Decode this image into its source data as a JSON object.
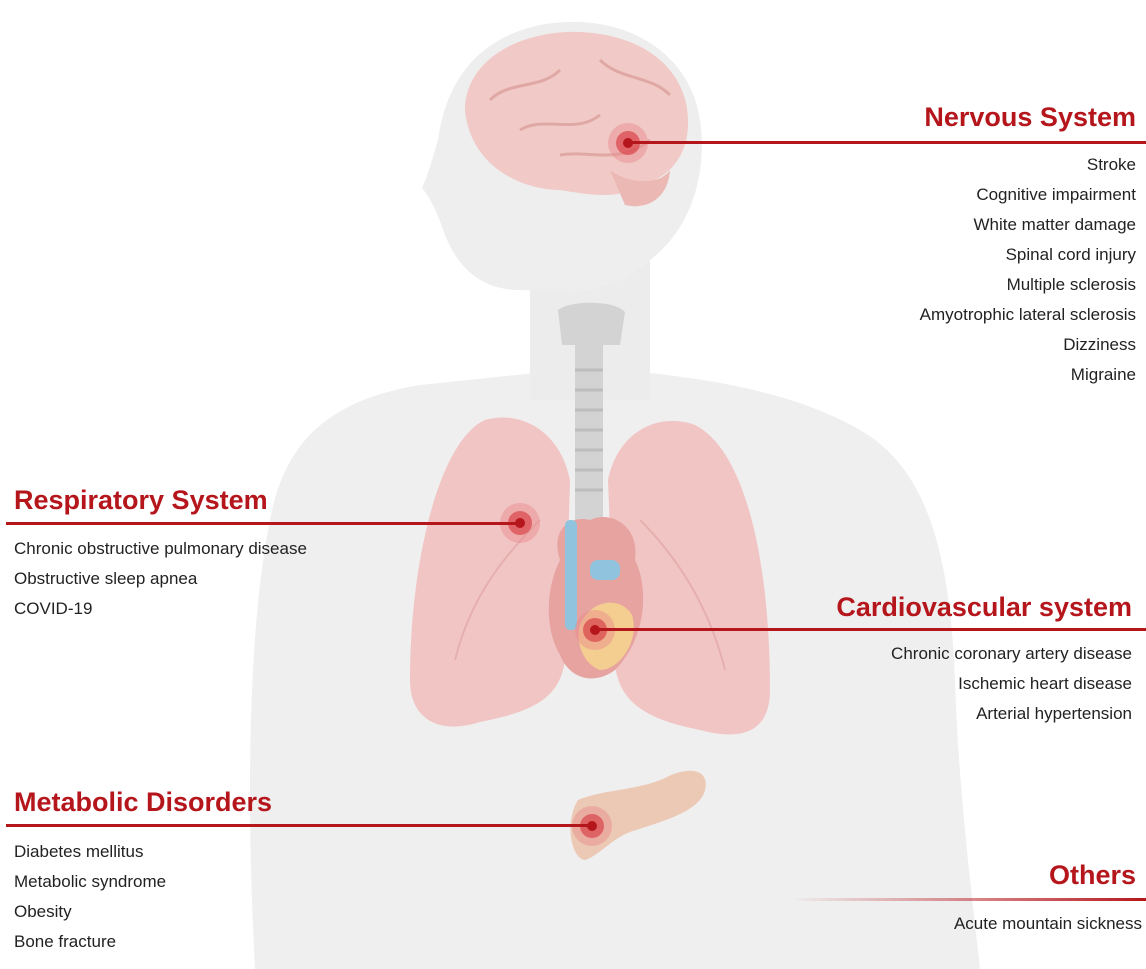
{
  "categories": {
    "nervous": {
      "title": "Nervous System",
      "items": [
        "Stroke",
        "Cognitive impairment",
        "White matter damage",
        "Spinal cord injury",
        "Multiple sclerosis",
        "Amyotrophic lateral sclerosis",
        "Dizziness",
        "Migraine"
      ]
    },
    "respiratory": {
      "title": "Respiratory System",
      "items": [
        "Chronic obstructive pulmonary disease",
        "Obstructive sleep apnea",
        "COVID-19"
      ]
    },
    "cardiovascular": {
      "title": "Cardiovascular system",
      "items": [
        "Chronic coronary artery disease",
        "Ischemic heart disease",
        "Arterial hypertension"
      ]
    },
    "metabolic": {
      "title": "Metabolic Disorders",
      "items": [
        "Diabetes mellitus",
        "Metabolic syndrome",
        "Obesity",
        "Bone fracture"
      ]
    },
    "others": {
      "title": "Others",
      "items": [
        "Acute mountain sickness"
      ]
    }
  },
  "colors": {
    "accent": "#b5161c",
    "body": "#efefef",
    "lungs": "#f2c5c5",
    "brain": "#f1c9c6",
    "heart": "#e7a3a0",
    "vessel_blue": "#8fc3de",
    "pancreas": "#ecc9b4",
    "trachea": "#d3d3d3"
  }
}
